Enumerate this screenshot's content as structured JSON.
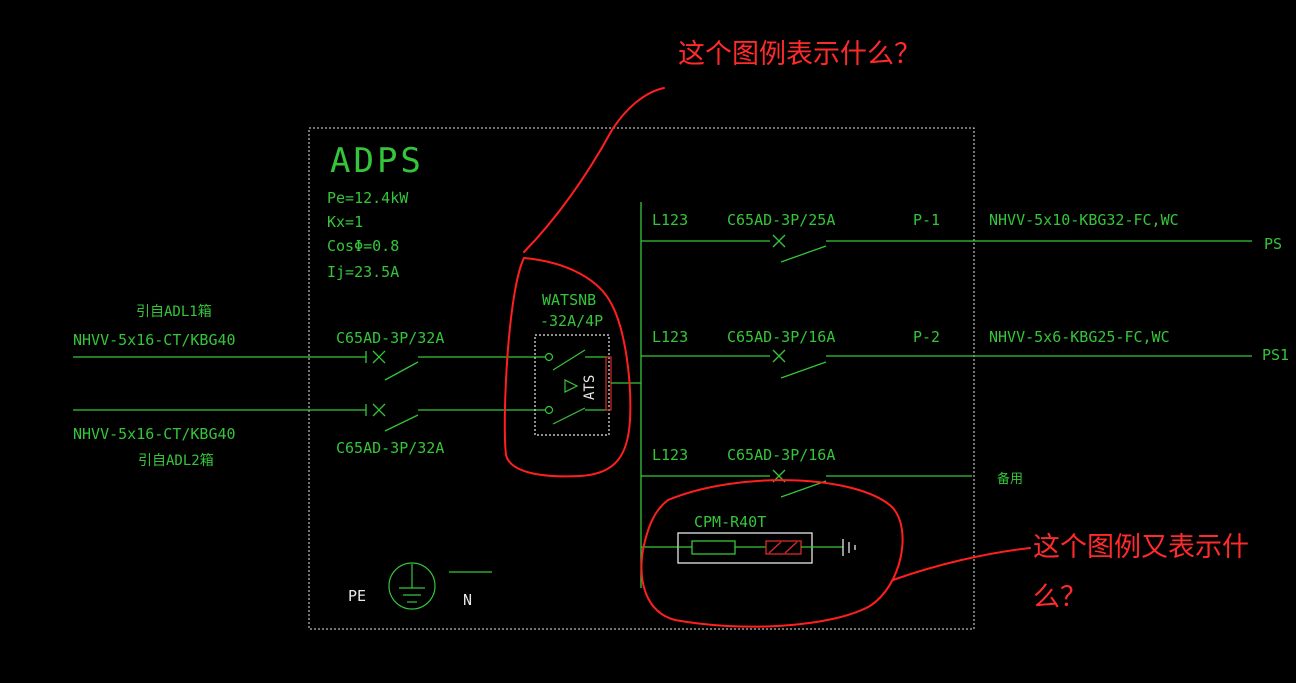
{
  "panel": {
    "name": "ADPS",
    "params": [
      "Pe=12.4kW",
      "Kx=1",
      "CosΦ=0.8",
      "Ij=23.5A"
    ]
  },
  "incoming": {
    "feed1_title": "引自ADL1箱",
    "feed1_cable": "NHVV-5x16-CT/KBG40",
    "feed1_breaker": "C65AD-3P/32A",
    "feed2_cable": "NHVV-5x16-CT/KBG40",
    "feed2_title": "引自ADL2箱",
    "feed2_breaker": "C65AD-3P/32A"
  },
  "ats": {
    "model": "WATSNB",
    "rating": "-32A/4P",
    "label": "ATS"
  },
  "circuits": [
    {
      "phase": "L123",
      "breaker": "C65AD-3P/25A",
      "id": "P-1",
      "cable": "NHVV-5x10-KBG32-FC,WC",
      "dest": "PS"
    },
    {
      "phase": "L123",
      "breaker": "C65AD-3P/16A",
      "id": "P-2",
      "cable": "NHVV-5x6-KBG25-FC,WC",
      "dest": "PS1"
    },
    {
      "phase": "L123",
      "breaker": "C65AD-3P/16A",
      "dest": "备用"
    }
  ],
  "spd": {
    "model": "CPM-R40T"
  },
  "bottom": {
    "pe_label": "PE",
    "n_label": "N"
  },
  "annotations": {
    "question1": "这个图例表示什么？",
    "question2_line1": "这个图例又表示什",
    "question2_line2": "么？"
  },
  "colors": {
    "background": "#000000",
    "line": "#35c53a",
    "text": "#35c53a",
    "frame": "#e8e8e8",
    "annotation": "#ff2a2a"
  }
}
